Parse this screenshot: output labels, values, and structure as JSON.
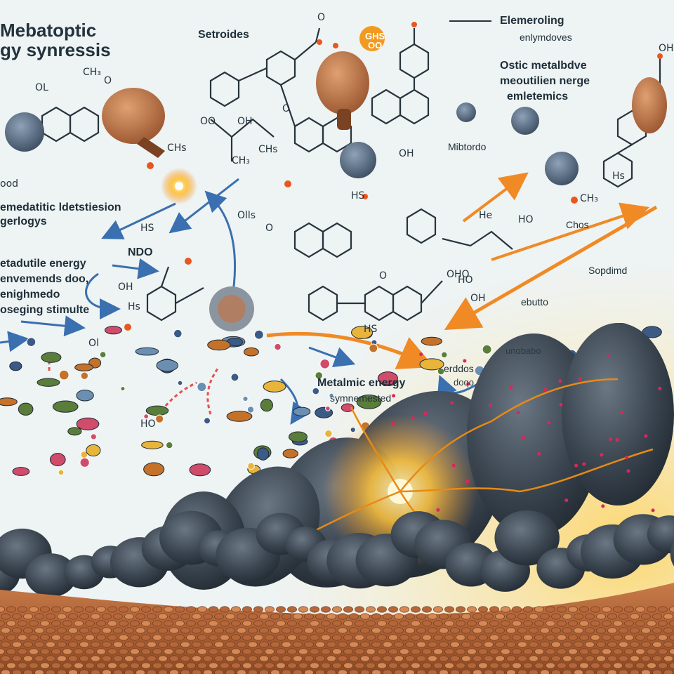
{
  "title": {
    "line1": "Mebatoptic",
    "line2": "gy synressis"
  },
  "labels": {
    "steroids": "Setroides",
    "elemeroling": "Elemeroling",
    "enzymes": "enlymdoves",
    "oste_line1": "Ostic metalbdve",
    "oste_line2": "meoutilien nerge",
    "oste_line3": "emletemics",
    "mibtordo": "Mibtordo",
    "metabolic_line1": "emedatitic ldetstiesion",
    "metabolic_line2": "gerlogys",
    "ndo": "NDO",
    "stimulus_line1": "etadutile energy",
    "stimulus_line2": "envemends doo,",
    "stimulus_line3": "enighmedo",
    "stimulus_line4": "oseging stimulte",
    "synthesis_line1": "Metalmic energy",
    "synthesis_line2": "symnemested",
    "erddos": "erddos",
    "doqo": "doqo",
    "uniobabo": "unobabo",
    "sopdmd": "Sopdimd",
    "ebutto": "ebutto",
    "chos": "Chos",
    "ghs": "GHS",
    "oo": "OO"
  },
  "chem": [
    "OH",
    "O",
    "OL",
    "O",
    "CH₃",
    "CHs",
    "ood",
    "HS",
    "OO",
    "OH",
    "CH₃",
    "O",
    "OH",
    "HS",
    "He",
    "HO",
    "OH",
    "CH₃",
    "Ol",
    "OH",
    "HS",
    "O",
    "HO",
    "Hs",
    "CHs",
    "Hs",
    "HO",
    "O",
    "OHO",
    "Olls"
  ],
  "colors": {
    "background": "#eef3f3",
    "tissue": "#b5673a",
    "cell": "#3b4651",
    "glow": "#f5a623",
    "arrow_blue": "#3a6fb0",
    "arrow_orange": "#f08a24"
  }
}
